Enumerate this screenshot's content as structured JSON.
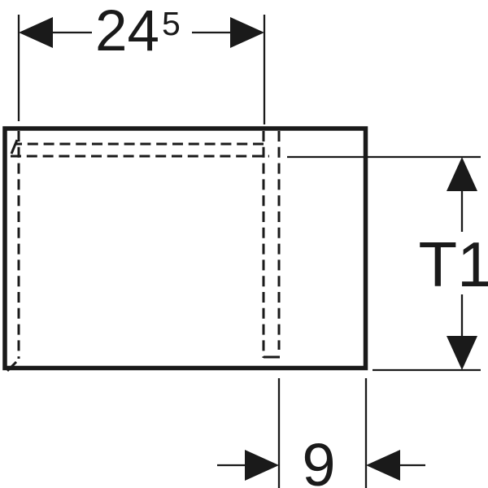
{
  "drawing": {
    "kind": "technical dimension drawing",
    "background_color": "#ffffff",
    "ink_color": "#1a1a1a",
    "labels": {
      "width_value": "24",
      "width_superscript": "5",
      "depth_label": "T1",
      "offset_value": "9"
    }
  }
}
